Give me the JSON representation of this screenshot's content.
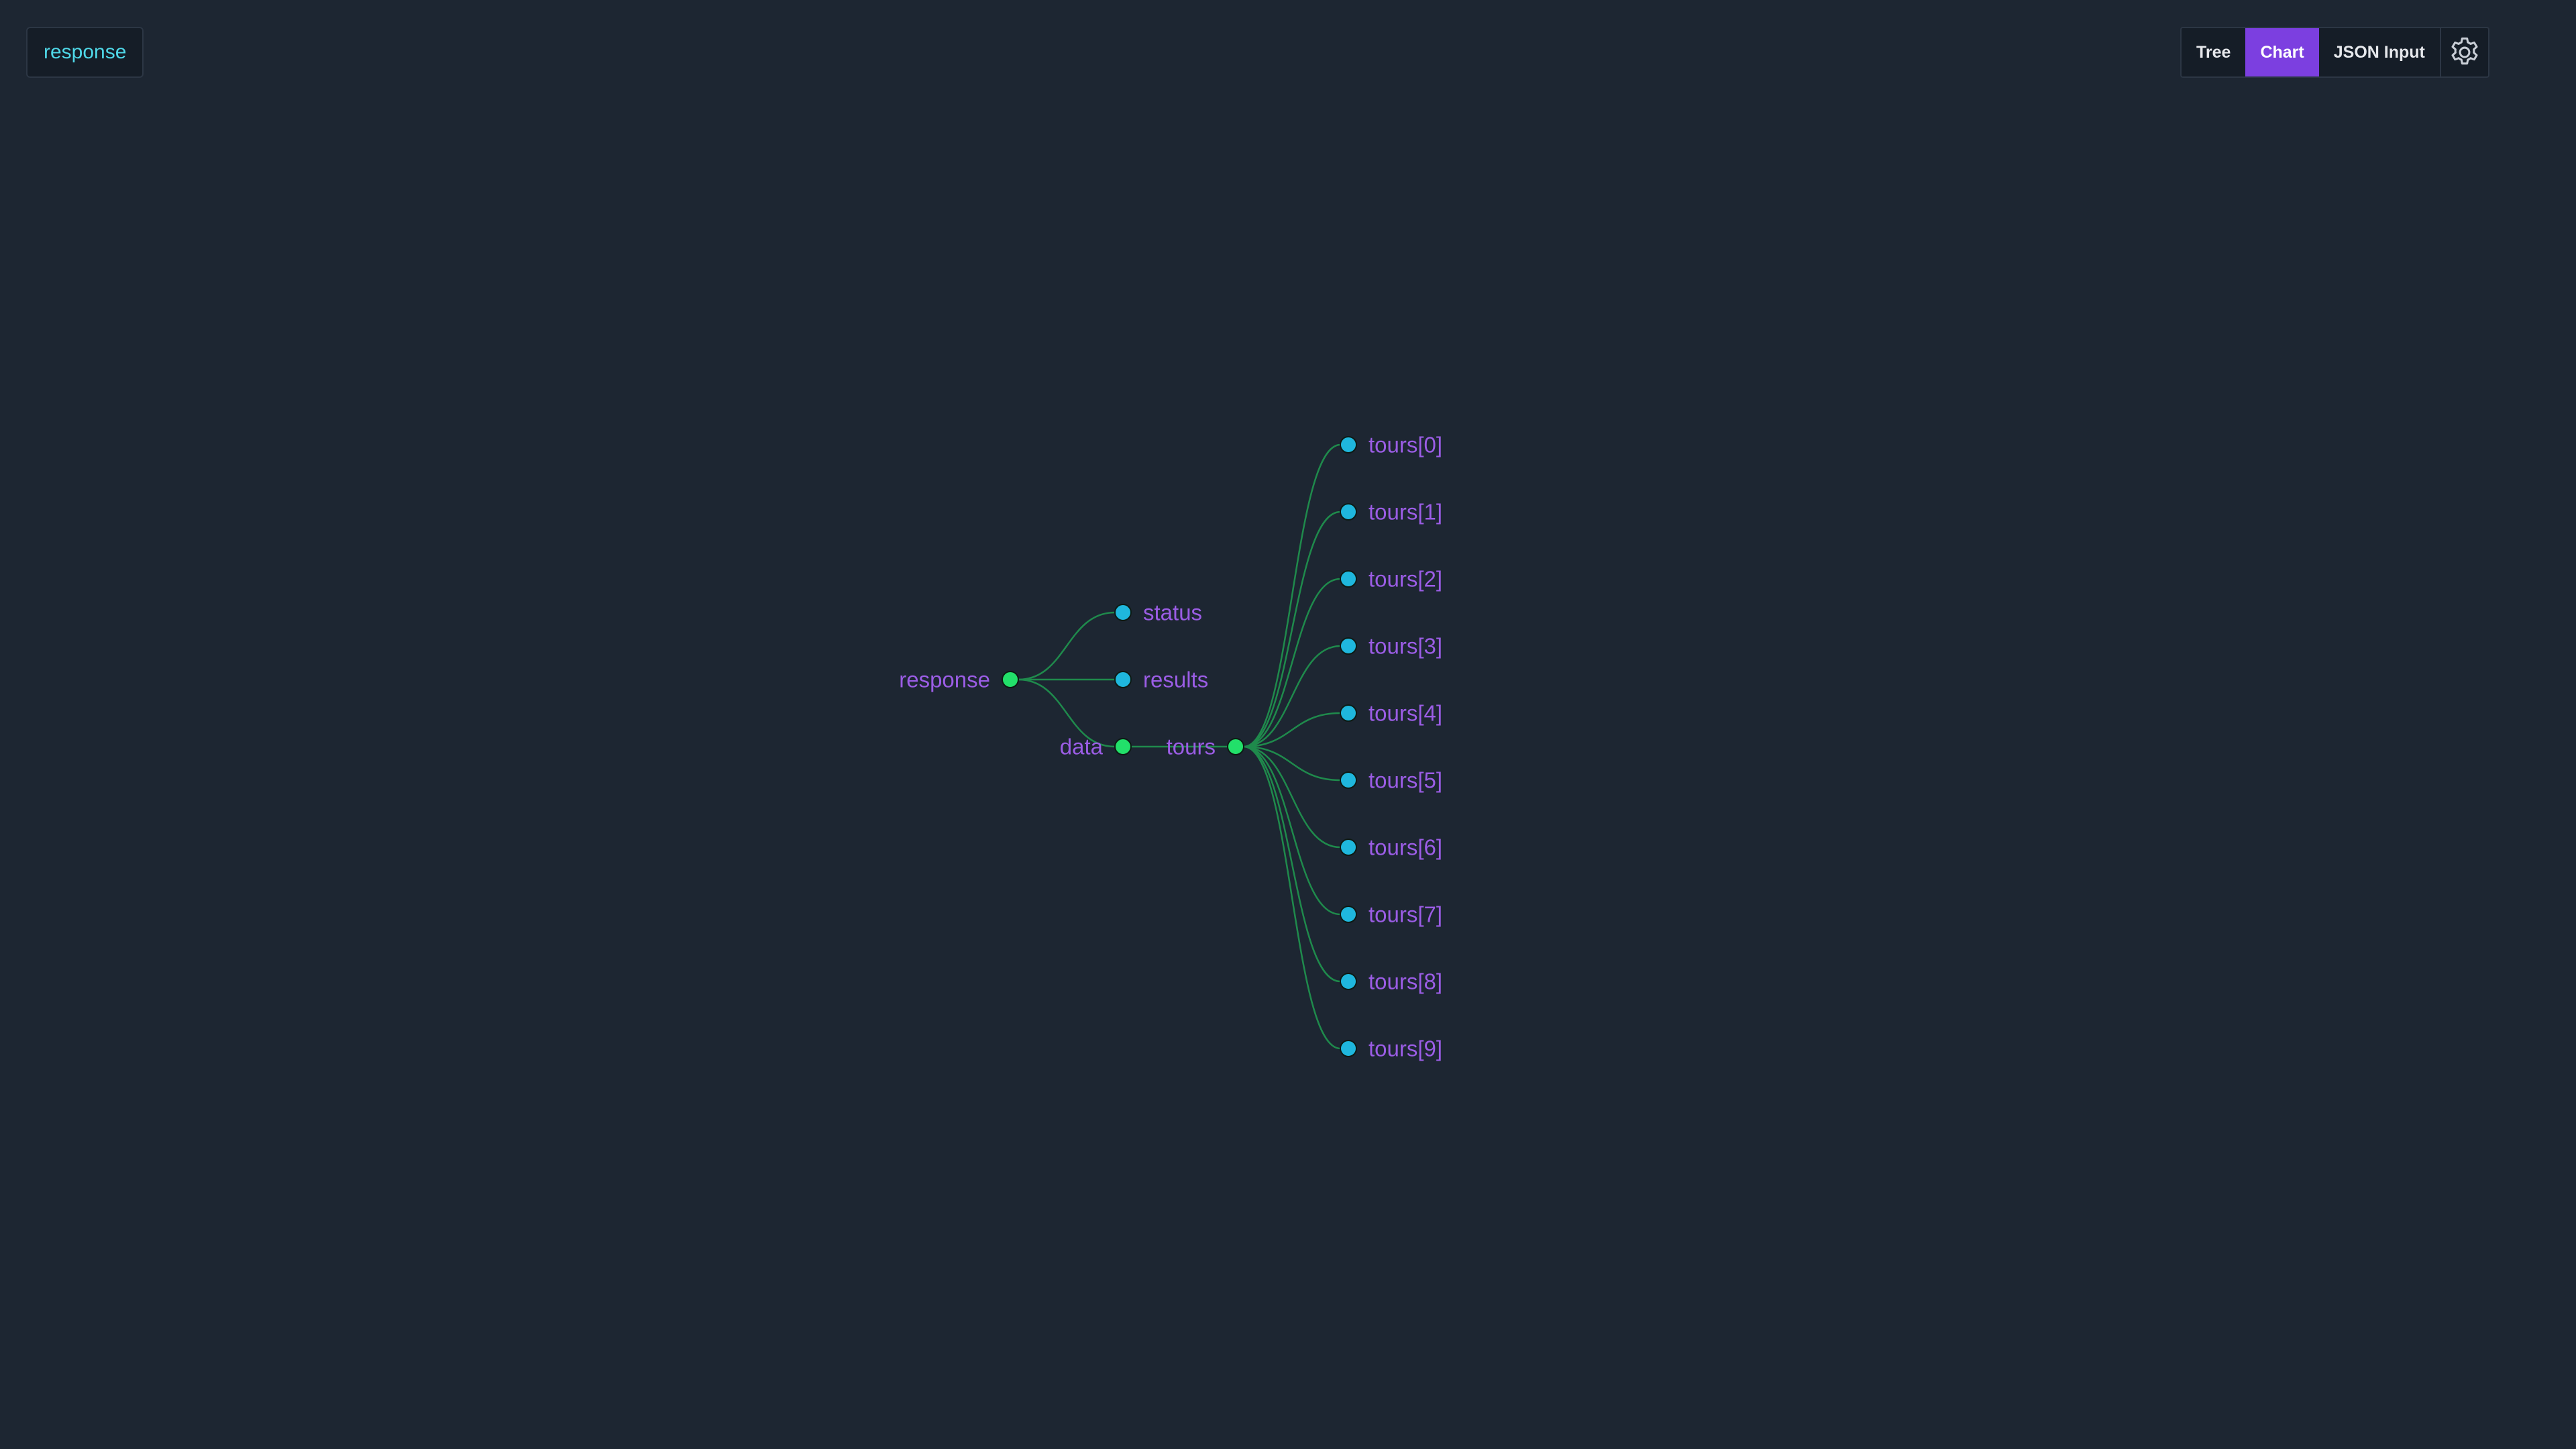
{
  "breadcrumb": {
    "label": "response"
  },
  "toolbar": {
    "tree_label": "Tree",
    "chart_label": "Chart",
    "json_label": "JSON Input",
    "active": "chart",
    "settings_icon": "gear-icon"
  },
  "colors": {
    "background": "#1d2632",
    "edge": "#1f8a4c",
    "branch_node": "#22e06a",
    "leaf_node": "#1fb7dd",
    "label": "#9b5de5",
    "accent": "#7c3fe0"
  },
  "tree": {
    "name": "response",
    "children": [
      {
        "name": "status"
      },
      {
        "name": "results"
      },
      {
        "name": "data",
        "children": [
          {
            "name": "tours",
            "children": [
              {
                "name": "tours[0]"
              },
              {
                "name": "tours[1]"
              },
              {
                "name": "tours[2]"
              },
              {
                "name": "tours[3]"
              },
              {
                "name": "tours[4]"
              },
              {
                "name": "tours[5]"
              },
              {
                "name": "tours[6]"
              },
              {
                "name": "tours[7]"
              },
              {
                "name": "tours[8]"
              },
              {
                "name": "tours[9]"
              }
            ]
          }
        ]
      }
    ]
  }
}
